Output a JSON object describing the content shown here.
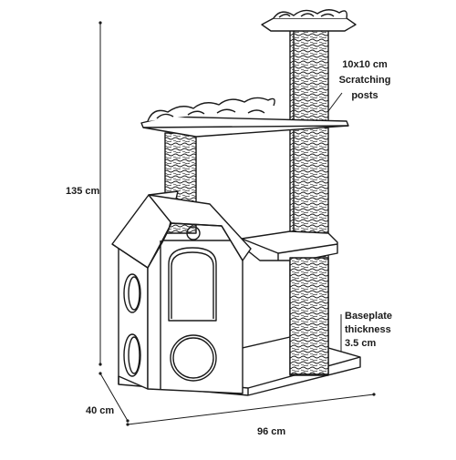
{
  "dimensions": {
    "height": "135 cm",
    "depth": "40 cm",
    "width": "96 cm"
  },
  "annotations": {
    "posts_line1": "10x10 cm",
    "posts_line2": "Scratching",
    "posts_line3": "posts",
    "baseplate_line1": "Baseplate",
    "baseplate_line2": "thickness",
    "baseplate_line3": "3.5 cm"
  },
  "colors": {
    "line": "#1a1a1a",
    "fill": "#ffffff",
    "sisal": "#ffffff"
  }
}
